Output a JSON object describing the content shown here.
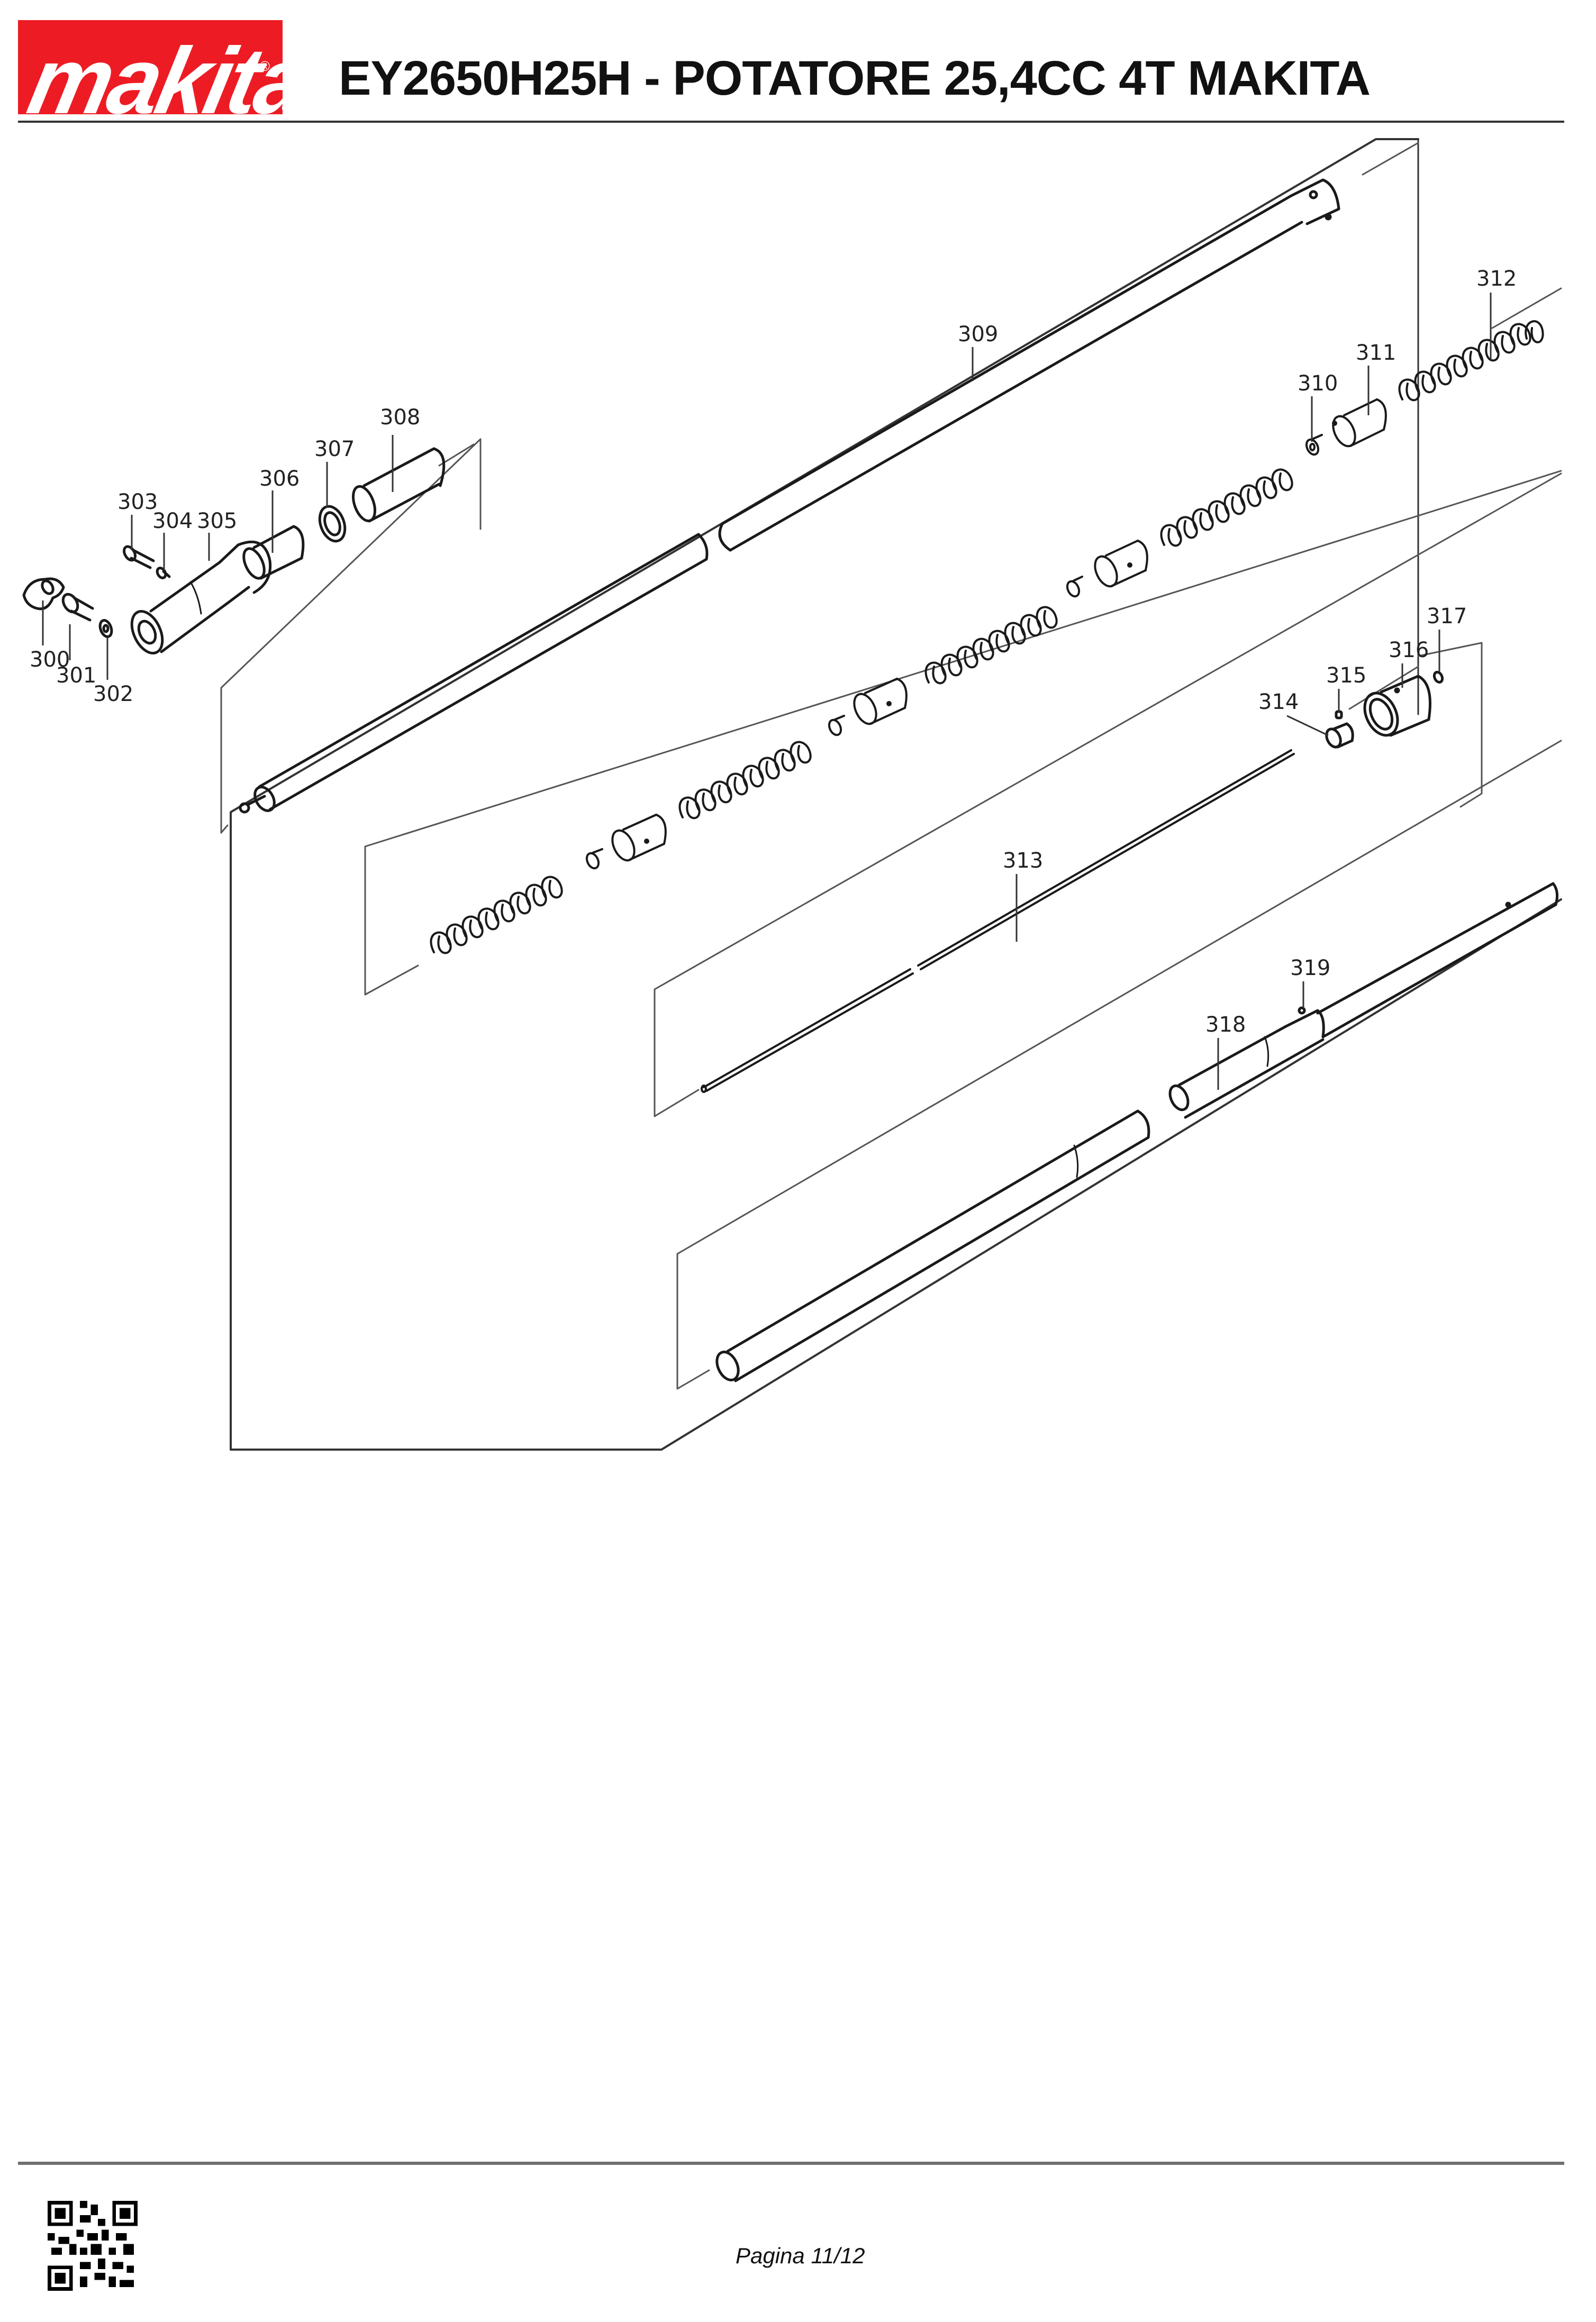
{
  "header": {
    "brand": "makita",
    "brand_registered_mark": "®",
    "title": "EY2650H25H - POTATORE 25,4CC 4T MAKITA"
  },
  "colors": {
    "brand_red": "#ed1c24",
    "text": "#111111",
    "rule": "#333333",
    "line_art": "#1a1a1a"
  },
  "diagram": {
    "type": "exploded-parts-view",
    "callouts": [
      {
        "id": "300",
        "label": "300"
      },
      {
        "id": "301",
        "label": "301"
      },
      {
        "id": "302",
        "label": "302"
      },
      {
        "id": "303",
        "label": "303"
      },
      {
        "id": "304",
        "label": "304"
      },
      {
        "id": "305",
        "label": "305"
      },
      {
        "id": "306",
        "label": "306"
      },
      {
        "id": "307",
        "label": "307"
      },
      {
        "id": "308",
        "label": "308"
      },
      {
        "id": "309",
        "label": "309"
      },
      {
        "id": "310",
        "label": "310"
      },
      {
        "id": "311",
        "label": "311"
      },
      {
        "id": "312",
        "label": "312"
      },
      {
        "id": "313",
        "label": "313"
      },
      {
        "id": "314",
        "label": "314"
      },
      {
        "id": "315",
        "label": "315"
      },
      {
        "id": "316",
        "label": "316"
      },
      {
        "id": "317",
        "label": "317"
      },
      {
        "id": "318",
        "label": "318"
      },
      {
        "id": "319",
        "label": "319"
      }
    ]
  },
  "footer": {
    "qr_icon": "qr-code-icon",
    "page_label": "Pagina 11/12"
  }
}
